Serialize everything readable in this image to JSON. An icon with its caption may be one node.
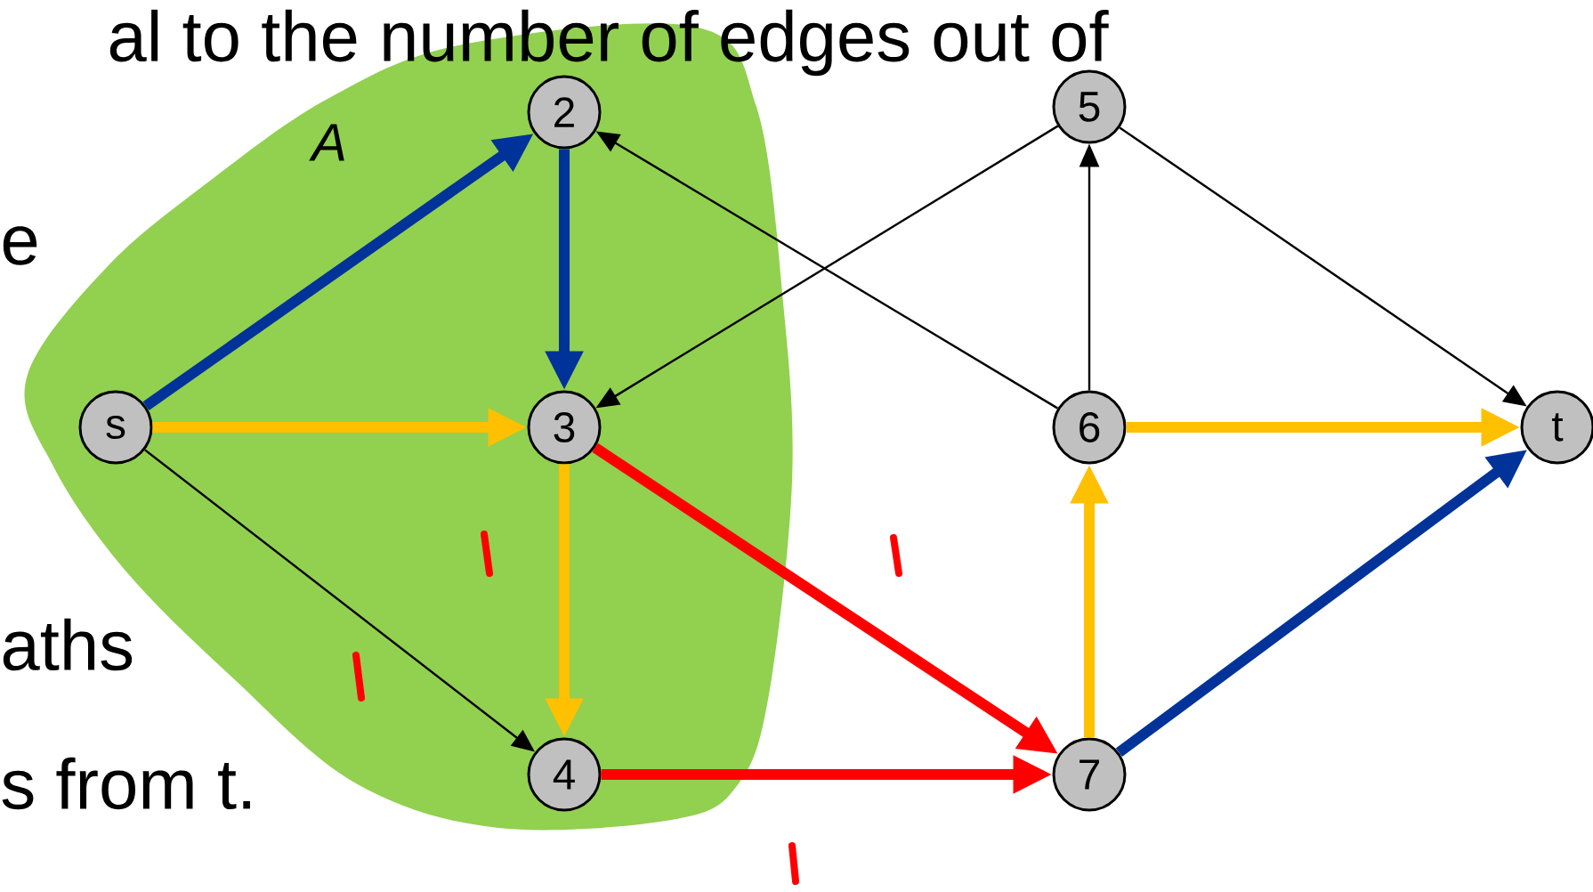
{
  "diagram": {
    "nodes": [
      {
        "text": [
          "A"
        ]
      },
      {
        "text": [
          "s"
        ],
        "in": 0
      },
      {
        "text": [
          "2"
        ],
        "in": 0
      },
      {
        "text": [
          "3"
        ],
        "in": 0
      },
      {
        "text": [
          "4"
        ],
        "in": 0
      },
      {
        "text": [
          "5"
        ]
      },
      {
        "text": [
          "6"
        ]
      },
      {
        "text": [
          "7"
        ]
      },
      {
        "text": [
          "t"
        ]
      }
    ],
    "edges": [
      {
        "from": 1,
        "to": 2,
        "arrow": "to",
        "color": "#003399"
      },
      {
        "from": 2,
        "to": 3,
        "arrow": "to",
        "color": "#003399"
      },
      {
        "from": 1,
        "to": 3,
        "arrow": "to",
        "color": "#ffc000"
      },
      {
        "from": 1,
        "to": 4,
        "arrow": "to"
      },
      {
        "from": 3,
        "to": 4,
        "arrow": "to",
        "color": "#ffc000"
      },
      {
        "from": 3,
        "to": 7,
        "arrow": "to",
        "color": "#ff0000"
      },
      {
        "from": 4,
        "to": 7,
        "arrow": "to",
        "color": "#ff0000"
      },
      {
        "from": 6,
        "to": 2,
        "arrow": "to"
      },
      {
        "from": 5,
        "to": 3,
        "arrow": "to"
      },
      {
        "from": 6,
        "to": 5,
        "arrow": "to"
      },
      {
        "from": 5,
        "to": 8,
        "arrow": "to"
      },
      {
        "from": 6,
        "to": 8,
        "arrow": "to",
        "color": "#ffc000"
      },
      {
        "from": 7,
        "to": 6,
        "arrow": "to",
        "color": "#ffc000"
      },
      {
        "from": 7,
        "to": 8,
        "arrow": "to",
        "color": "#003399"
      }
    ],
    "labels": [
      "al to the number of edges out of",
      "e",
      "aths",
      "s from t."
    ]
  }
}
